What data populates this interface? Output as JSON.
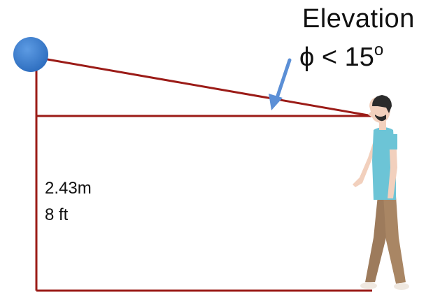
{
  "labels": {
    "elevation": "Elevation",
    "phi": "ϕ",
    "relation": "< 15",
    "degree_mark": "o",
    "height_m": "2.43m",
    "height_ft": "8 ft"
  },
  "colors": {
    "line": "#9b1b17",
    "arrow": "#5b8fd6",
    "sphere": "#3b7fd1",
    "shirt": "#6cc4d6",
    "pants": "#a78462",
    "skin": "#f2d0bd",
    "hair": "#2b2b2b"
  },
  "icons": [
    "sphere-icon",
    "pointer-arrow-icon",
    "walking-person-icon"
  ]
}
